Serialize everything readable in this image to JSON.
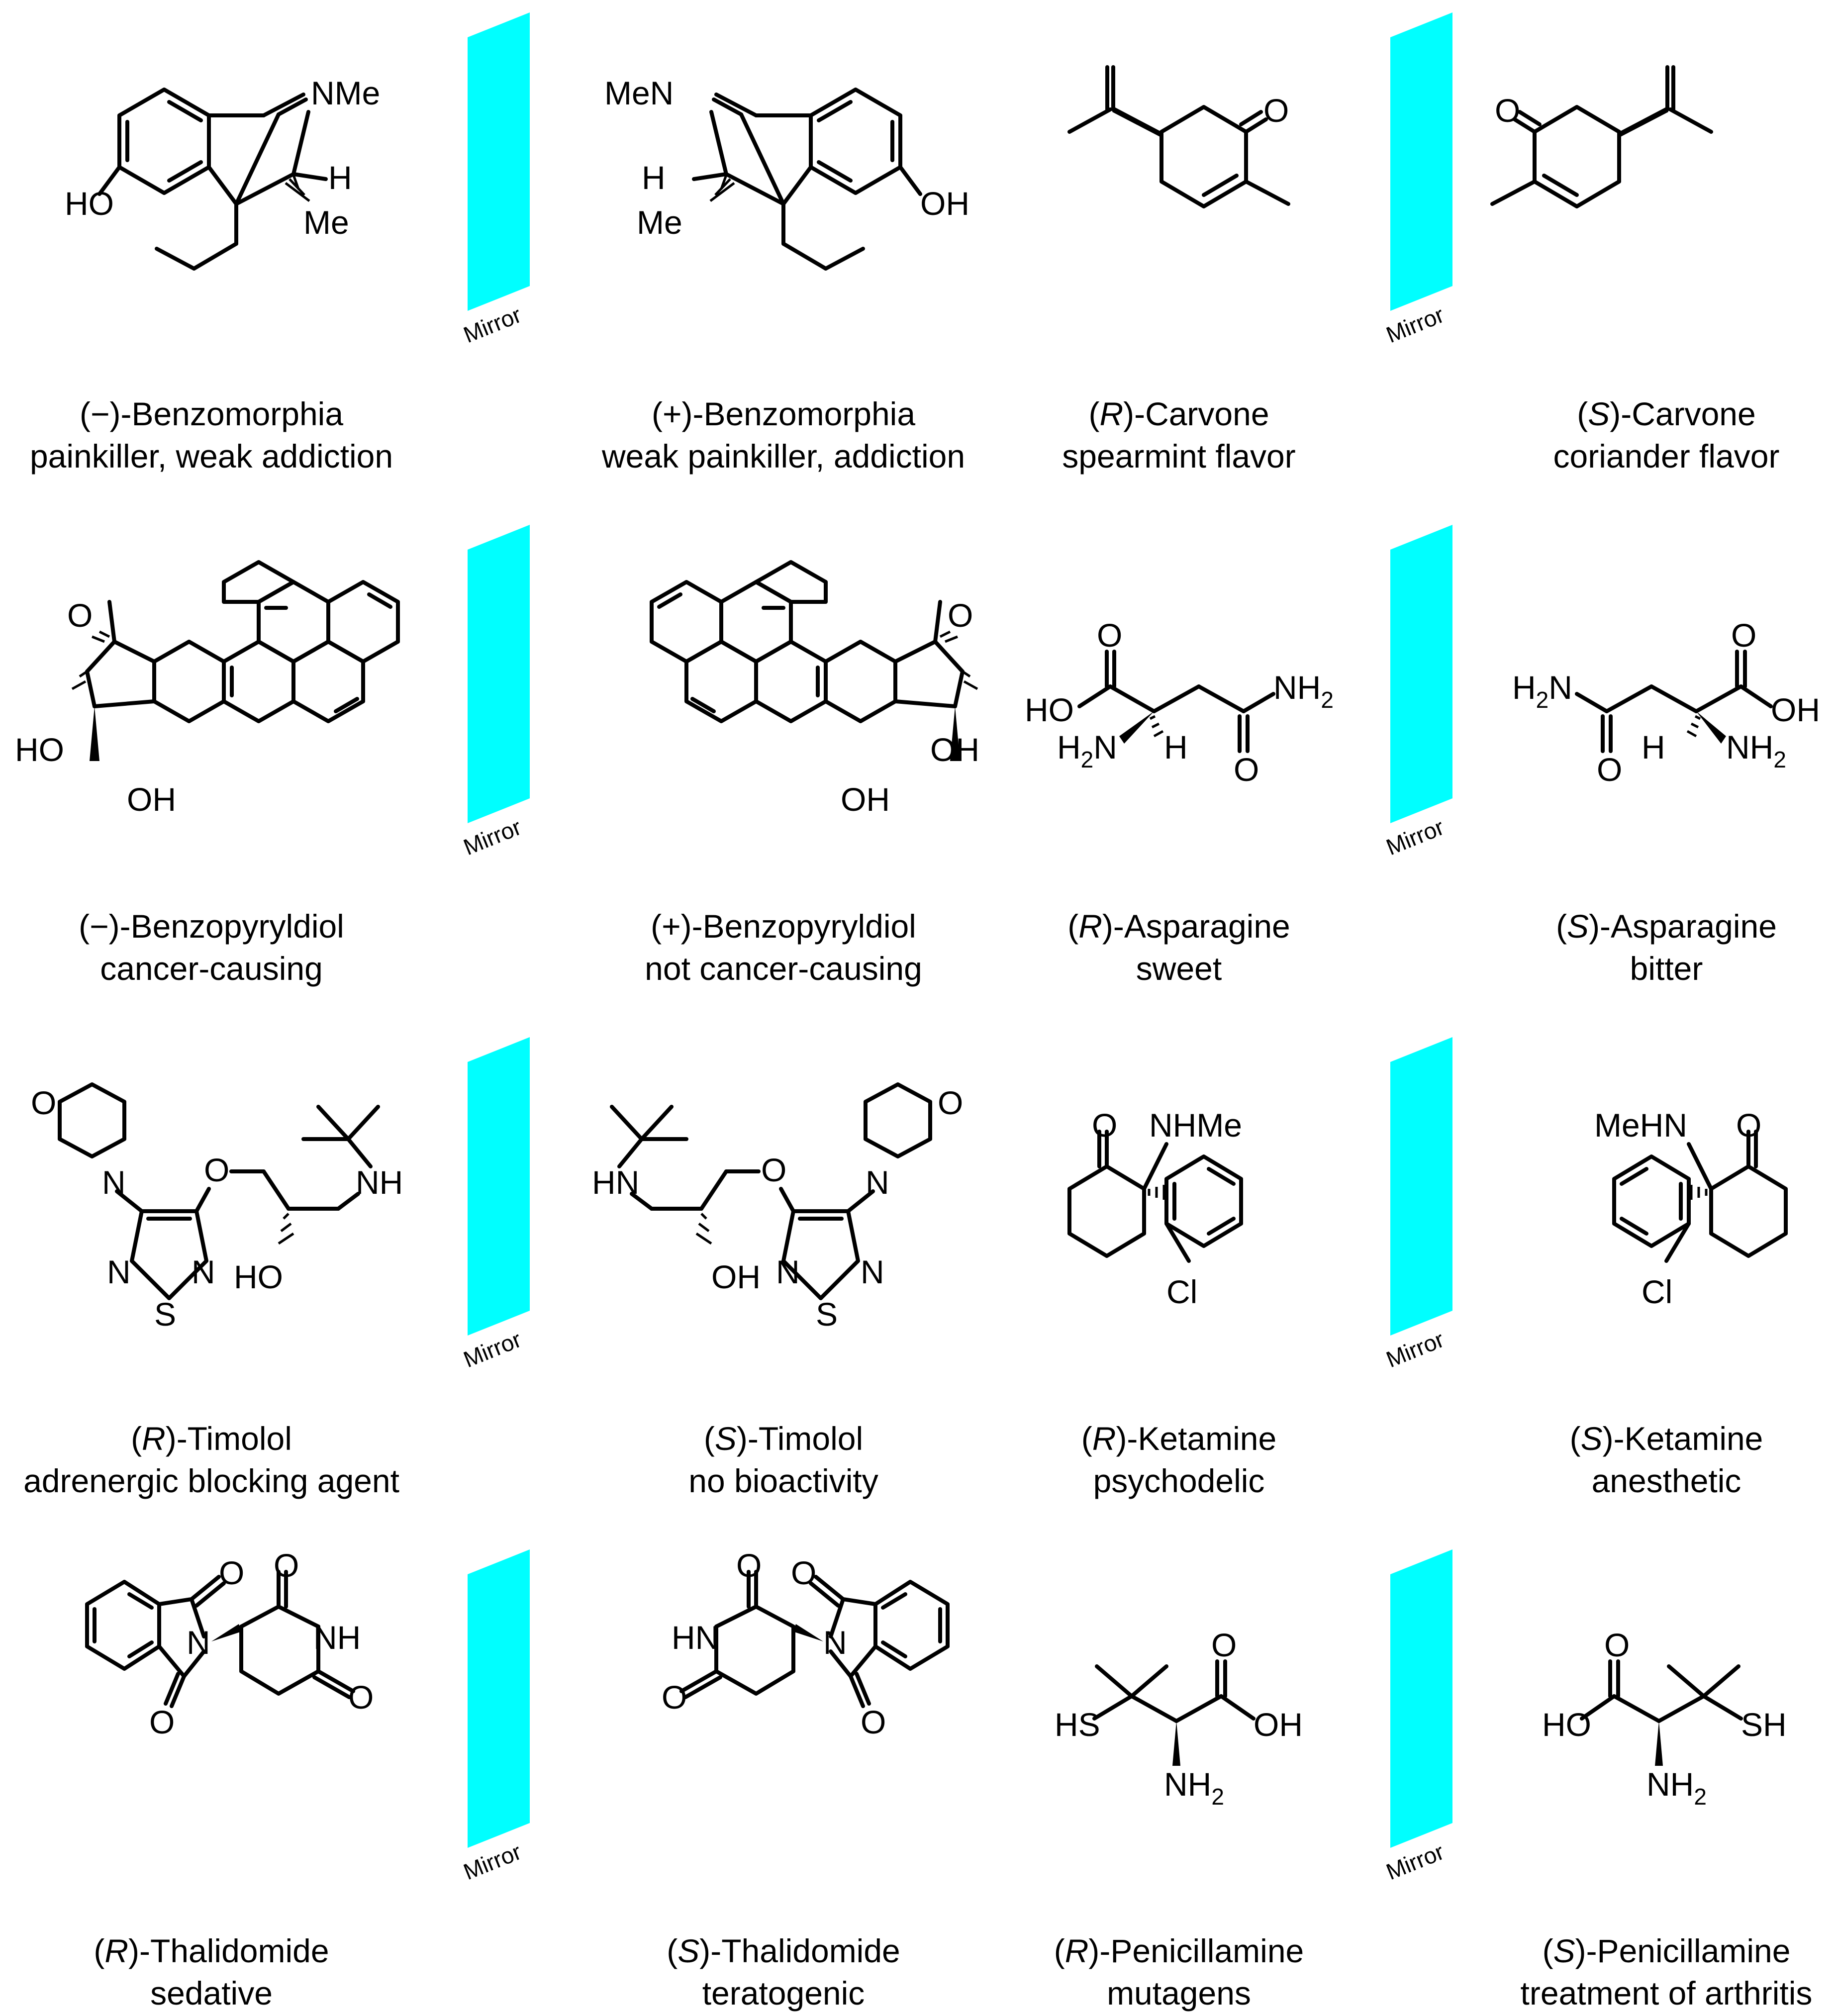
{
  "mirror_label": "Mirror",
  "mirror_color": "#00ffff",
  "pairs": [
    {
      "id": "benzomorphia",
      "left": {
        "name": "(−)-Benzomorphia",
        "effect": "painkiller, weak addiction"
      },
      "right": {
        "name": "(+)-Benzomorphia",
        "effect": "weak painkiller, addiction"
      }
    },
    {
      "id": "carvone",
      "left": {
        "prefix": "(",
        "stereo": "R",
        "suffix": ")-Carvone",
        "effect": "spearmint flavor"
      },
      "right": {
        "prefix": "(",
        "stereo": "S",
        "suffix": ")-Carvone",
        "effect": "coriander flavor"
      }
    },
    {
      "id": "benzopyryldiol",
      "left": {
        "name": "(−)-Benzopyryldiol",
        "effect": "cancer-causing"
      },
      "right": {
        "name": "(+)-Benzopyryldiol",
        "effect": "not cancer-causing"
      }
    },
    {
      "id": "asparagine",
      "left": {
        "prefix": "(",
        "stereo": "R",
        "suffix": ")-Asparagine",
        "effect": "sweet"
      },
      "right": {
        "prefix": "(",
        "stereo": "S",
        "suffix": ")-Asparagine",
        "effect": "bitter"
      }
    },
    {
      "id": "timolol",
      "left": {
        "prefix": "(",
        "stereo": "R",
        "suffix": ")-Timolol",
        "effect": "adrenergic blocking agent"
      },
      "right": {
        "prefix": "(",
        "stereo": "S",
        "suffix": ")-Timolol",
        "effect": "no bioactivity"
      }
    },
    {
      "id": "ketamine",
      "left": {
        "prefix": "(",
        "stereo": "R",
        "suffix": ")-Ketamine",
        "effect": "psychodelic"
      },
      "right": {
        "prefix": "(",
        "stereo": "S",
        "suffix": ")-Ketamine",
        "effect": "anesthetic"
      }
    },
    {
      "id": "thalidomide",
      "left": {
        "prefix": "(",
        "stereo": "R",
        "suffix": ")-Thalidomide",
        "effect": "sedative"
      },
      "right": {
        "prefix": "(",
        "stereo": "S",
        "suffix": ")-Thalidomide",
        "effect": "teratogenic"
      }
    },
    {
      "id": "penicillamine",
      "left": {
        "prefix": "(",
        "stereo": "R",
        "suffix": ")-Penicillamine",
        "effect": "mutagens"
      },
      "right": {
        "prefix": "(",
        "stereo": "S",
        "suffix": ")-Penicillamine",
        "effect": "treatment of arthritis"
      }
    }
  ],
  "atoms": {
    "nme": "NMe",
    "men": "MeN",
    "meh": "MeHN",
    "nhme": "NHMe",
    "me": "Me",
    "h": "H",
    "ho": "HO",
    "oh": "OH",
    "o": "O",
    "n": "N",
    "s": "S",
    "nh": "NH",
    "hn": "HN",
    "cl": "Cl",
    "hs": "HS",
    "sh": "SH",
    "h2n_h": "H",
    "h2n_n": "N",
    "nh2_n": "NH",
    "sub2": "2",
    "h2": "H",
    "n2": "N"
  }
}
